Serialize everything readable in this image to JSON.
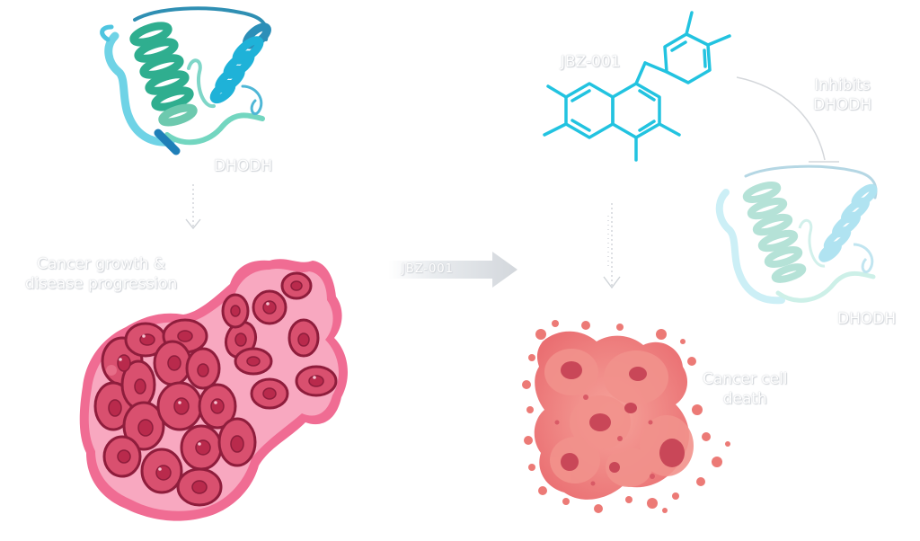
{
  "labels": {
    "dhodh_top": "DHODH",
    "cancer_line1": "Cancer growth &",
    "cancer_line2": "disease progression",
    "arrow_text": "JBZ-001",
    "compound": "JBZ-001",
    "inhibits_line1": "Inhibits",
    "inhibits_line2": "DHODH",
    "dhodh_faded": "DHODH",
    "death_line1": "Cancer cell",
    "death_line2": "death"
  },
  "colors": {
    "helix_green": "#2fae8f",
    "helix_blue": "#1fb2d8",
    "strand_light": "#6fd3e6",
    "molecule": "#22c3e0",
    "tumor_outer": "#f06c93",
    "tumor_fill": "#f8a8c0",
    "cell_fill": "#d9506f",
    "cell_border": "#8e1d3c",
    "nucleus": "#b92a4c",
    "dead_cell": "#ec7a76",
    "dead_dark": "#c94758"
  }
}
